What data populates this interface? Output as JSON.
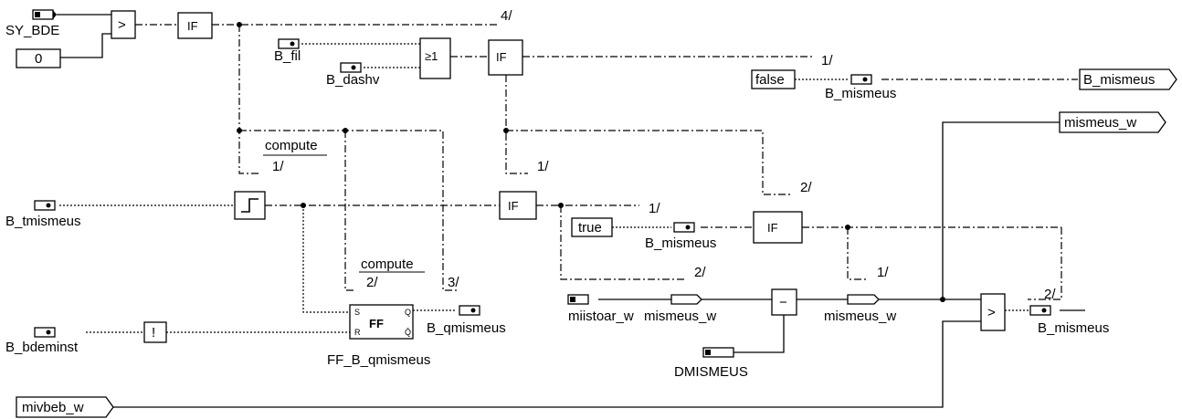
{
  "inputs": {
    "sy_bde": "SY_BDE",
    "const_zero": "0",
    "b_fil": "B_fil",
    "b_dashv": "B_dashv",
    "b_tmismeus": "B_tmismeus",
    "b_bdeminst": "B_bdeminst",
    "miistoar_w": "miistoar_w",
    "dmismeus": "DMISMEUS",
    "mivbeb_w": "mivbeb_w",
    "const_false": "false",
    "const_true": "true"
  },
  "outputs": {
    "b_mismeus_out": "B_mismeus",
    "mismeus_w_out": "mismeus_w"
  },
  "blocks": {
    "gt_top": ">",
    "gt_bottom": ">",
    "if_label": "IF",
    "or_label": "≥1",
    "not_label": "!",
    "minus_label": "−",
    "ff_label": "FF",
    "ff_s": "S",
    "ff_r": "R",
    "ff_q": "Q",
    "ff_qn": "Q̄",
    "ff_name": "FF_B_qmismeus"
  },
  "labels": {
    "compute_1": "compute",
    "compute_2": "compute",
    "seq_4": "4/",
    "seq_1a": "1/",
    "seq_1b": "1/",
    "seq_1c": "1/",
    "seq_1d": "1/",
    "seq_1e": "1/",
    "seq_2a": "2/",
    "seq_2b": "2/",
    "seq_2c": "2/",
    "seq_2d": "2/",
    "seq_3": "3/",
    "b_mismeus_a": "B_mismeus",
    "b_mismeus_b": "B_mismeus",
    "b_mismeus_c": "B_mismeus",
    "b_qmismeus": "B_qmismeus",
    "mismeus_w_a": "mismeus_w",
    "mismeus_w_b": "mismeus_w"
  }
}
